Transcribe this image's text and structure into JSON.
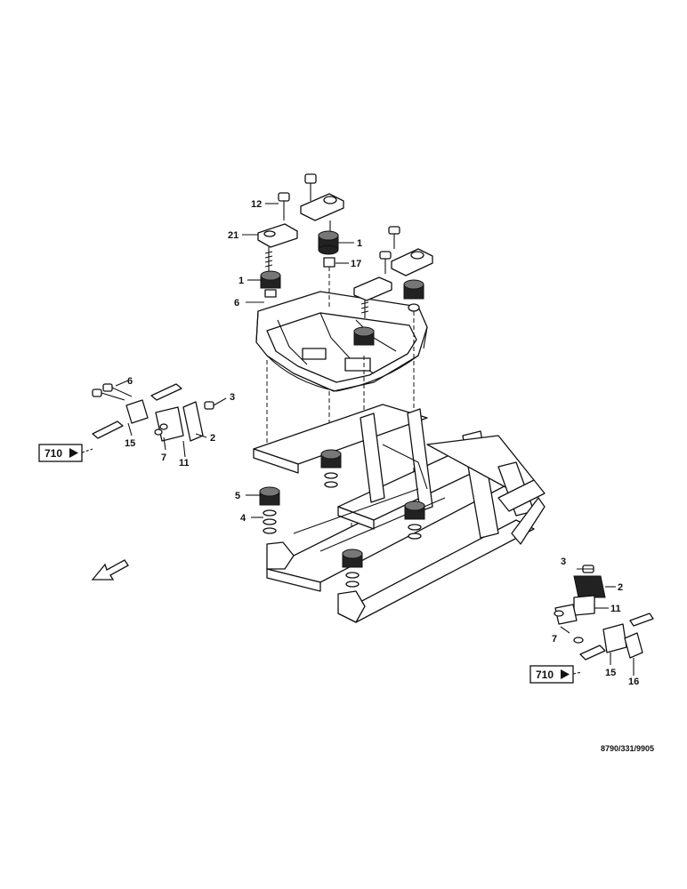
{
  "diagram": {
    "drawing_code": "8790/331/9905",
    "callouts": {
      "c12": "12",
      "c21": "21",
      "c1a": "1",
      "c1b": "1",
      "c17": "17",
      "c6a": "6",
      "c6b": "6",
      "c3a": "3",
      "c2a": "2",
      "c15a": "15",
      "c7a": "7",
      "c11a": "11",
      "c5": "5",
      "c4": "4",
      "c3b": "3",
      "c2b": "2",
      "c11b": "11",
      "c7b": "7",
      "c15b": "15",
      "c16": "16"
    },
    "references": {
      "left": "710",
      "right": "710"
    },
    "icons": {
      "arrow": "direction-arrow-icon",
      "reference": "reference-arrow-icon"
    }
  }
}
